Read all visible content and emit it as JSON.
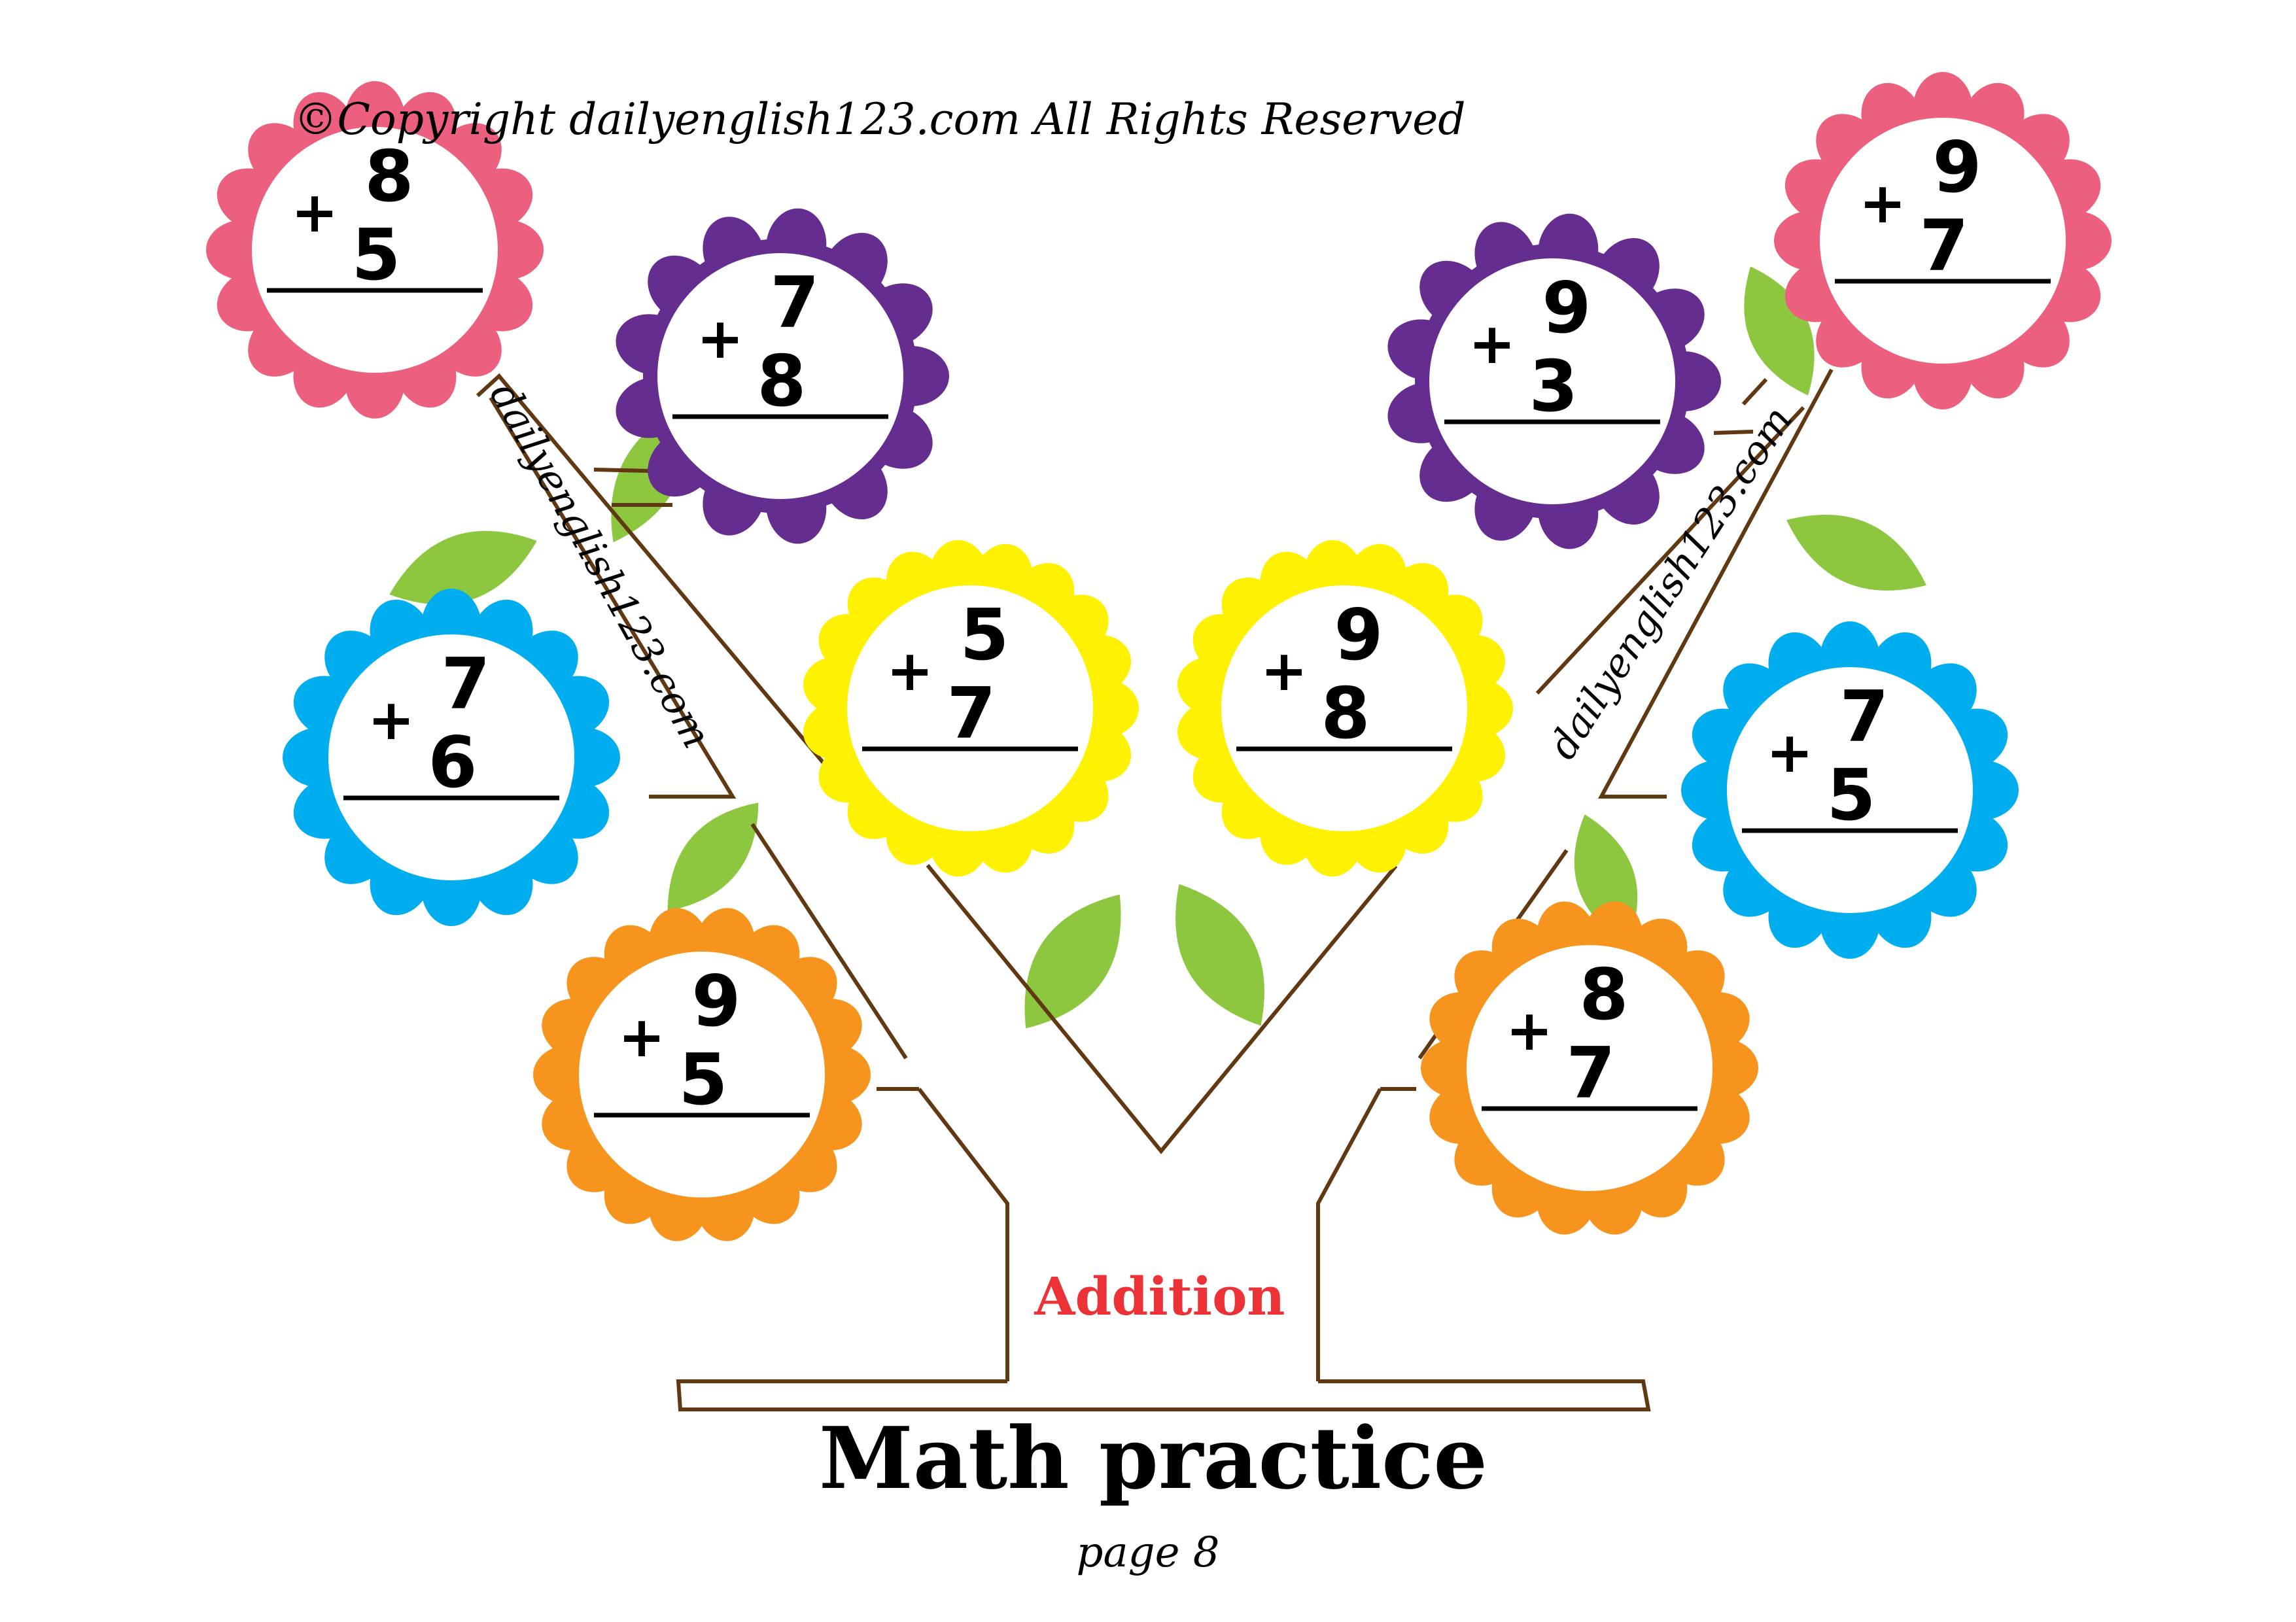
{
  "copyright": "©Copyright dailyenglish123.com  All Rights Reserved",
  "watermark_left": "dailyenglish123.com",
  "watermark_right": "dailyenglish123.com",
  "category_label": "Addition",
  "title": "Math practice",
  "page_label": "page 8",
  "colors": {
    "pink": "#ec5f7e",
    "purple": "#662d91",
    "yellow": "#fff200",
    "blue": "#00aeef",
    "orange": "#f7941d",
    "leaf": "#8dc63f",
    "trunk": "#603913",
    "category": "#ed3237",
    "ink": "#000000"
  },
  "operator": "+",
  "problems": [
    {
      "id": "pink-left",
      "color": "pink",
      "top": "8",
      "bottom": "5"
    },
    {
      "id": "purple-left",
      "color": "purple",
      "top": "7",
      "bottom": "8"
    },
    {
      "id": "purple-right",
      "color": "purple",
      "top": "9",
      "bottom": "3"
    },
    {
      "id": "pink-right",
      "color": "pink",
      "top": "9",
      "bottom": "7"
    },
    {
      "id": "blue-left",
      "color": "blue",
      "top": "7",
      "bottom": "6"
    },
    {
      "id": "yellow-left",
      "color": "yellow",
      "top": "5",
      "bottom": "7"
    },
    {
      "id": "yellow-right",
      "color": "yellow",
      "top": "9",
      "bottom": "8"
    },
    {
      "id": "blue-right",
      "color": "blue",
      "top": "7",
      "bottom": "5"
    },
    {
      "id": "orange-left",
      "color": "orange",
      "top": "9",
      "bottom": "5"
    },
    {
      "id": "orange-right",
      "color": "orange",
      "top": "8",
      "bottom": "7"
    }
  ]
}
